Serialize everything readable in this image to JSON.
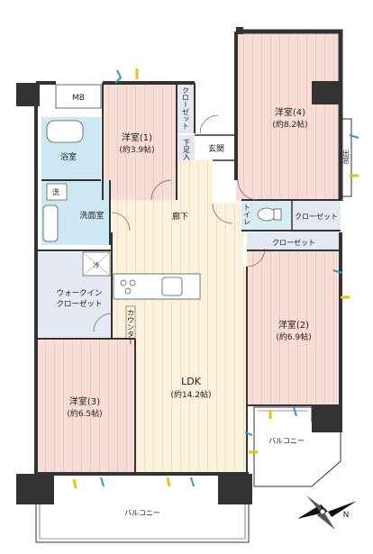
{
  "rooms": {
    "yoshitsu1": {
      "name": "洋室(1)",
      "area": "(約3.9帖)"
    },
    "yoshitsu2": {
      "name": "洋室(2)",
      "area": "(約6.9帖)"
    },
    "yoshitsu3": {
      "name": "洋室(3)",
      "area": "(約6.5帖)"
    },
    "yoshitsu4": {
      "name": "洋室(4)",
      "area": "(約8.2帖)"
    },
    "ldk": {
      "name": "LDK",
      "area": "(約14.2帖)"
    }
  },
  "labels": {
    "mb": "MB",
    "bath": "浴室",
    "wash": "洗",
    "washroom": "洗面室",
    "walkin_line1": "ウォークイン",
    "walkin_line2": "クローゼット",
    "closet_top": "クローゼット",
    "closet_mid1": "クローゼット",
    "closet_mid2": "クローゼット",
    "shoe_storage": "下足入",
    "entrance": "玄関",
    "corridor": "廊下",
    "toilet": "トイレ",
    "bay": "出窓",
    "counter": "カウンター",
    "fridge": "冷",
    "balcony_bottom": "バルコニー",
    "balcony_right": "バルコニー",
    "compass_n": "N"
  }
}
